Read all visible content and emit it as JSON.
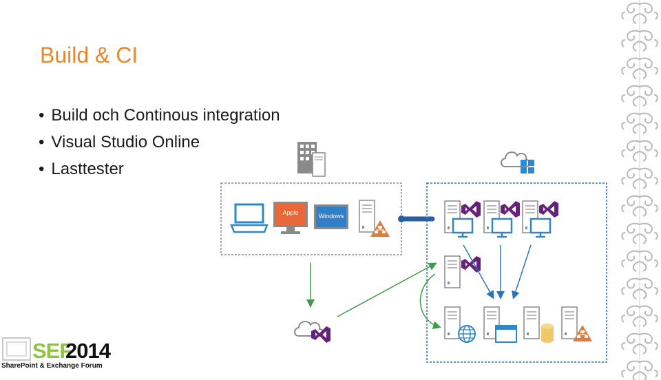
{
  "slide": {
    "title": "Build & CI",
    "bullets": [
      "Build och Continous integration",
      "Visual Studio Online",
      "Lasttester"
    ]
  },
  "diagram": {
    "apple_label": "Apple",
    "windows_label": "Windows"
  },
  "logo": {
    "sef": "SEF",
    "year": "2014",
    "subtitle": "SharePoint & Exchange Forum"
  },
  "colors": {
    "title": "#e8872b",
    "blue_arrow": "#2b73b7",
    "green_arrow": "#3d9a47",
    "vs_purple": "#68217a",
    "monitor_blue": "#2e86c9",
    "warning_orange": "#e07b39",
    "cylinder_yellow": "#f0c866",
    "logo_green": "#8cc63f"
  }
}
